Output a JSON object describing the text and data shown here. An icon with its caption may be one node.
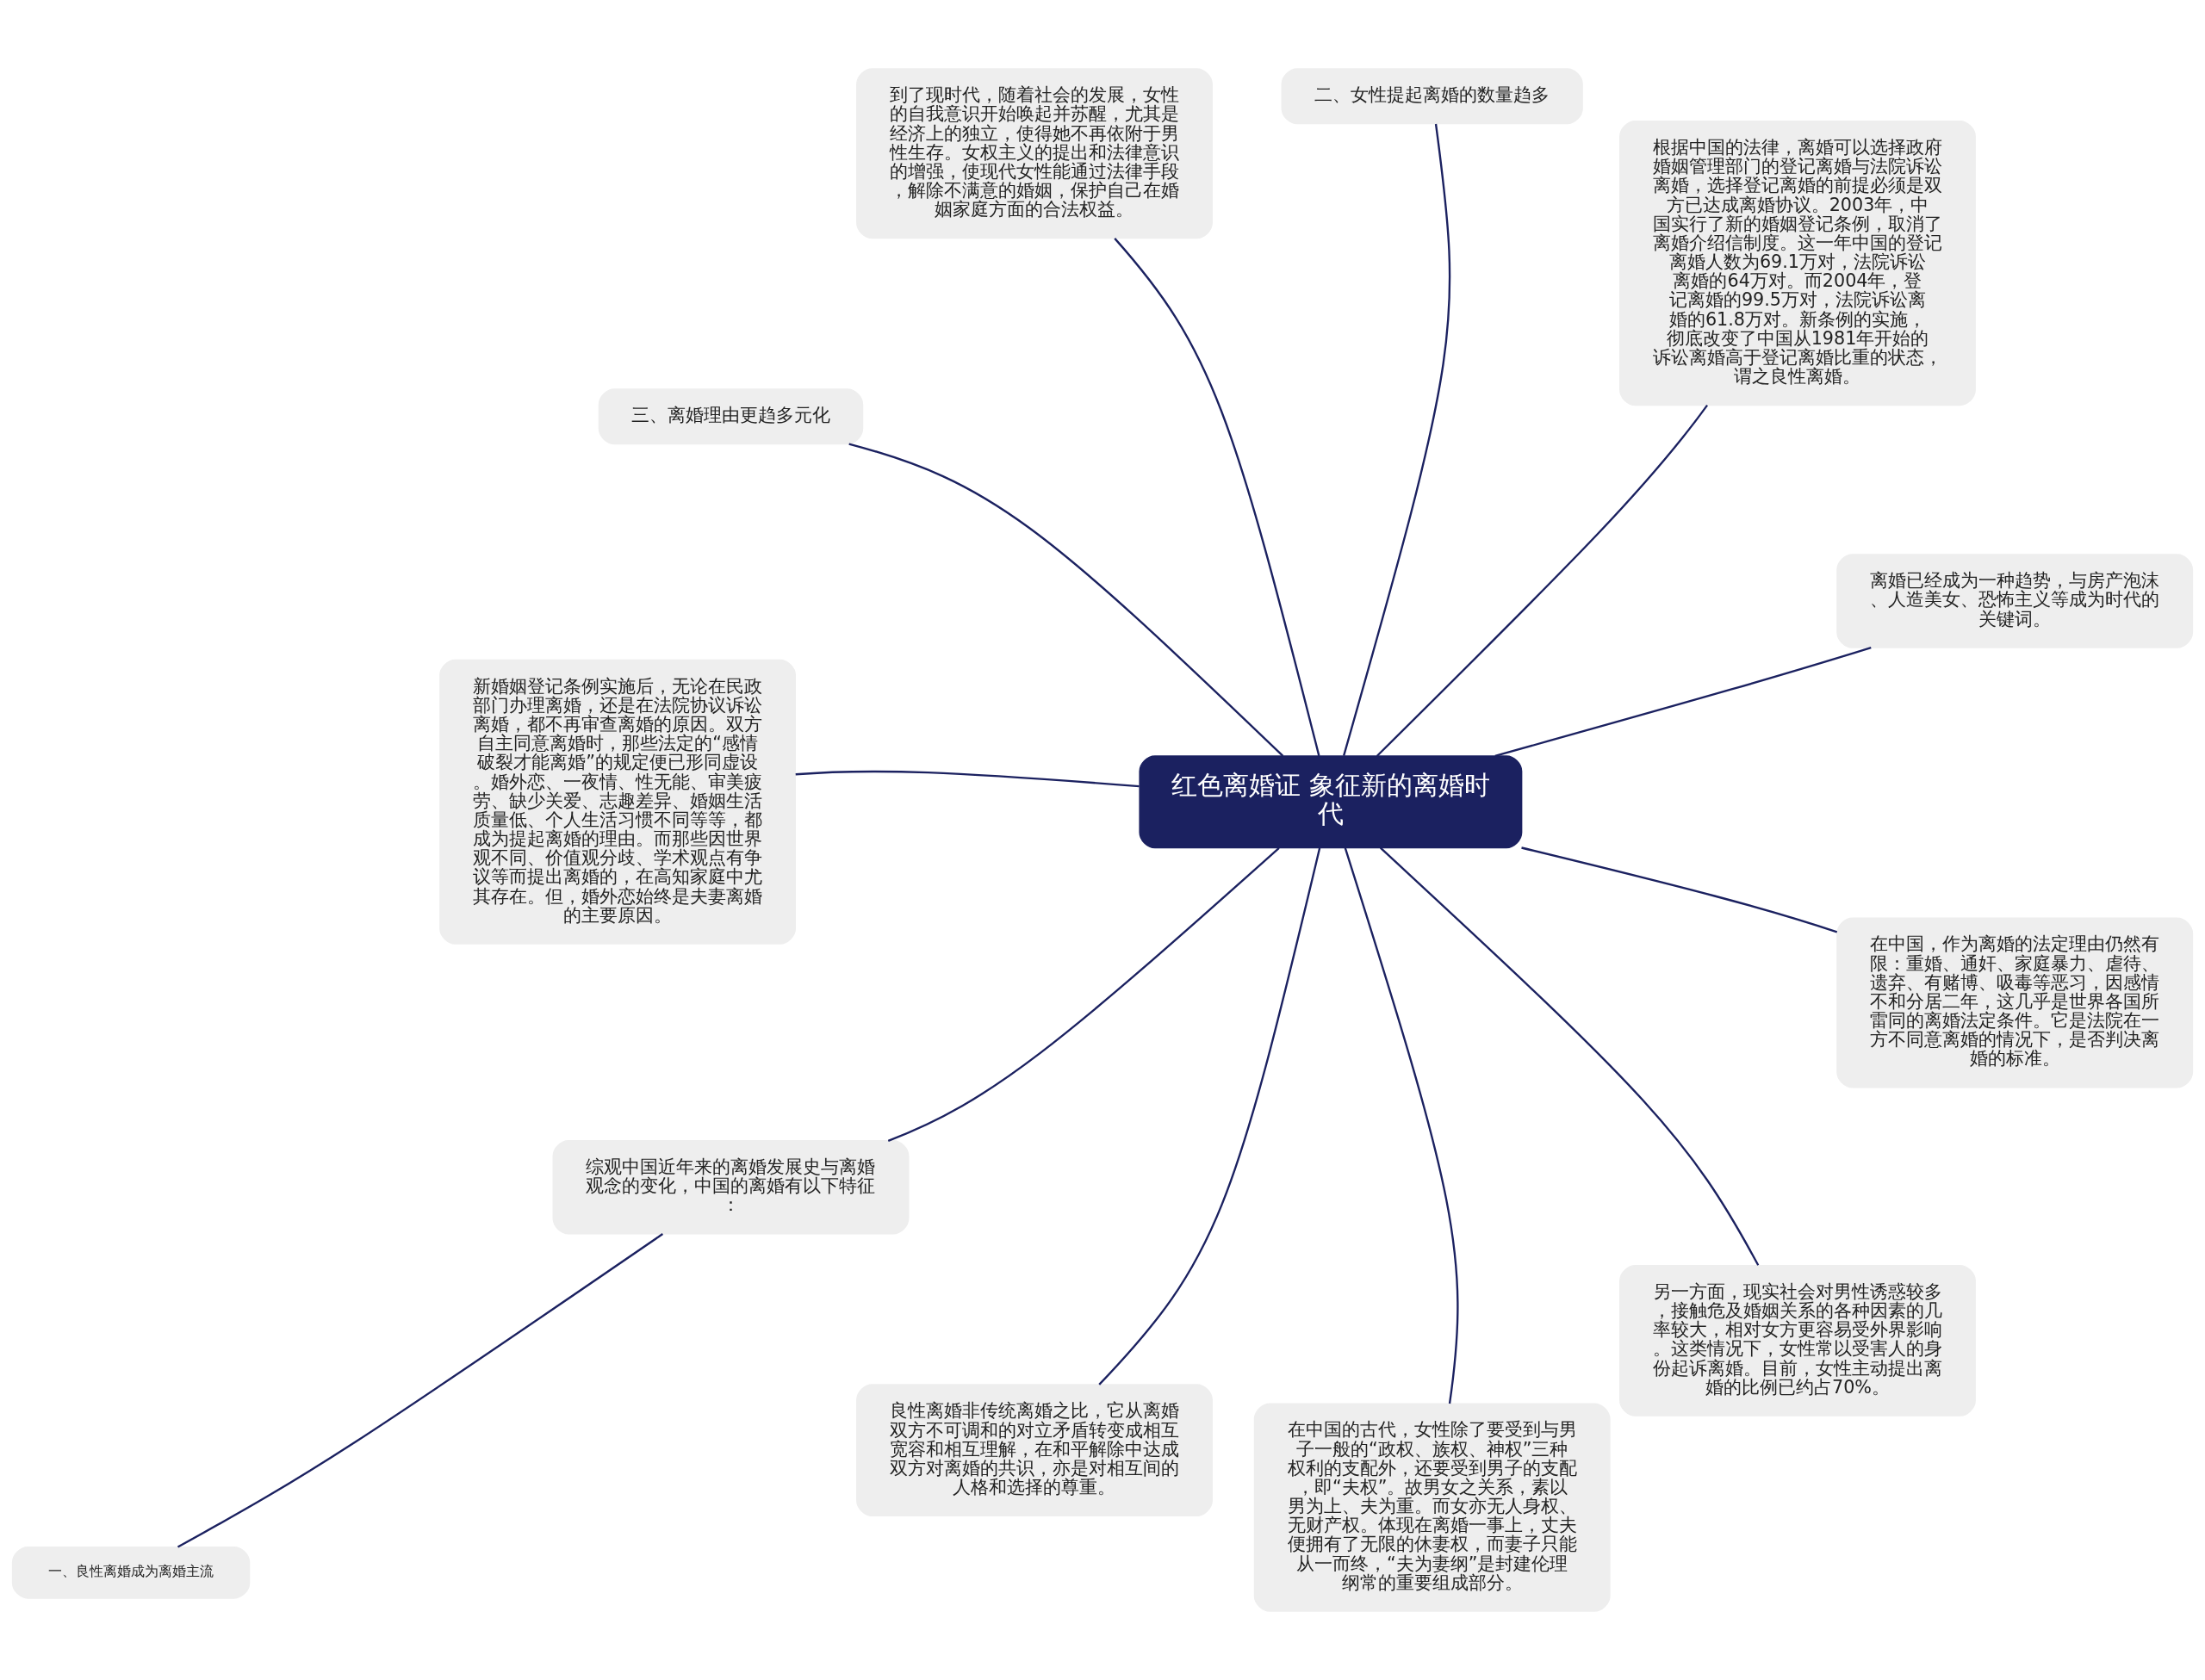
{
  "diagram": {
    "nodes": [
      {
        "text": [
          "红色离婚证 象征新的离婚时代"
        ]
      },
      {
        "text": [
          "离婚已经成为一种趋势，与房产泡沫、人造美女、恐怖主义等成为时代的关键词。"
        ]
      },
      {
        "text": [
          "根据中国的法律，离婚可以选择政府婚姻管理部门的登记离婚与法院诉讼离婚，选择登记离婚的前提必须是双方已达成离婚协议。2003年，中国实行了新的婚姻登记条例，取消了离婚介绍信制度。这一年中国的登记离婚人数为69.1万对，法院诉讼离婚的64万对。而2004年，登记离婚的99.5万对，法院诉讼离婚的61.8万对。新条例的实施，彻底改变了中国从1981年开始的诉讼离婚高于登记离婚比重的状态，谓之良性离婚。"
        ]
      },
      {
        "text": [
          "二、女性提起离婚的数量趋多"
        ]
      },
      {
        "text": [
          "到了现时代，随着社会的发展，女性的自我意识开始唤起并苏醒，尤其是经济上的独立，使得她不再依附于男性生存。女权主义的提出和法律意识的增强，使现代女性能通过法律手段，解除不满意的婚姻，保护自己在婚姻家庭方面的合法权益。"
        ]
      },
      {
        "text": [
          "三、离婚理由更趋多元化"
        ]
      },
      {
        "text": [
          "新婚姻登记条例实施后，无论在民政部门办理离婚，还是在法院协议诉讼离婚，都不再审查离婚的原因。双方自主同意离婚时，那些法定的“感情破裂才能离婚”的规定便已形同虚设。婚外恋、一夜情、性无能、审美疲劳、缺少关爱、志趣差异、婚姻生活质量低、个人生活习惯不同等等，都成为提起离婚的理由。而那些因世界观不同、价值观分歧、学术观点有争议等而提出离婚的，在高知家庭中尤其存在。但，婚外恋始终是夫妻离婚的主要原因。"
        ]
      },
      {
        "text": [
          "综观中国近年来的离婚发展史与离婚观念的变化，中国的离婚有以下特征："
        ]
      },
      {
        "text": [
          "一、良性离婚成为离婚主流"
        ]
      },
      {
        "text": [
          "良性离婚非传统离婚之比，它从离婚双方不可调和的对立矛盾转变成相互宽容和相互理解，在和平解除中达成双方对离婚的共识，亦是对相互间的人格和选择的尊重。"
        ]
      },
      {
        "text": [
          "在中国的古代，女性除了要受到与男子一般的“政权、族权、神权”三种权利的支配外，还要受到男子的支配，即“夫权”。故男女之关系，素以男为上、夫为重。而女亦无人身权、无财产权。体现在离婚一事上，丈夫便拥有了无限的休妻权，而妻子只能从一而终，“夫为妻纲”是封建伦理纲常的重要组成部分。"
        ]
      },
      {
        "text": [
          "另一方面，现实社会对男性诱惑较多，接触危及婚姻关系的各种因素的几率较大，相对女方更容易受外界影响。这类情况下，女性常以受害人的身份起诉离婚。目前，女性主动提出离婚的比例已约占70%。"
        ]
      },
      {
        "text": [
          "在中国，作为离婚的法定理由仍然有限：重婚、通奸、家庭暴力、虐待、遗弃、有赌博、吸毒等恶习，因感情不和分居二年，这几乎是世界各国所雷同的离婚法定条件。它是法院在一方不同意离婚的情况下，是否判决离婚的标准。"
        ]
      }
    ],
    "edges": [
      {
        "from": 0,
        "to": 1,
        "arrow": "none"
      },
      {
        "from": 0,
        "to": 2,
        "arrow": "none"
      },
      {
        "from": 0,
        "to": 3,
        "arrow": "none"
      },
      {
        "from": 0,
        "to": 4,
        "arrow": "none"
      },
      {
        "from": 0,
        "to": 5,
        "arrow": "none"
      },
      {
        "from": 0,
        "to": 6,
        "arrow": "none"
      },
      {
        "from": 0,
        "to": 7,
        "arrow": "none"
      },
      {
        "from": 7,
        "to": 8,
        "arrow": "none"
      },
      {
        "from": 0,
        "to": 9,
        "arrow": "none"
      },
      {
        "from": 0,
        "to": 10,
        "arrow": "none"
      },
      {
        "from": 0,
        "to": 11,
        "arrow": "none"
      },
      {
        "from": 0,
        "to": 12,
        "arrow": "none"
      }
    ]
  }
}
